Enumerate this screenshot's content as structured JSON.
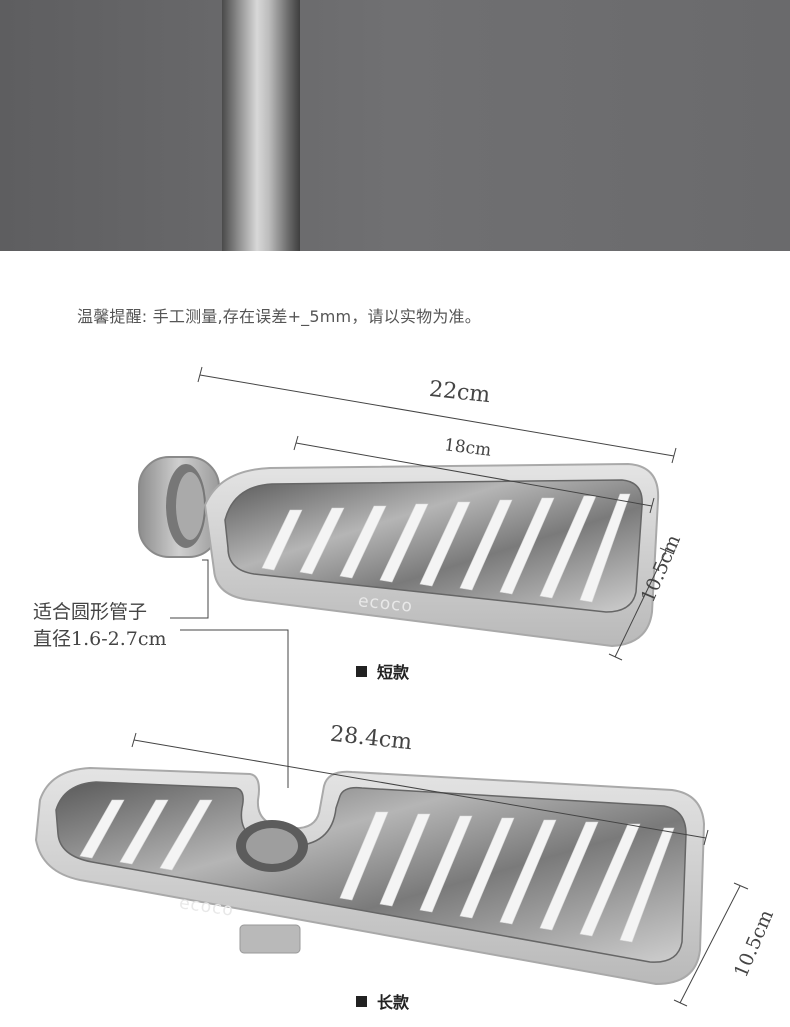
{
  "notice": "温馨提醒: 手工测量,存在误差+_5mm，请以实物为准。",
  "short_model": {
    "label": "短款",
    "length_outer": "22cm",
    "length_inner": "18cm",
    "width": "10.5cm",
    "logo": "ecoco"
  },
  "long_model": {
    "label": "长款",
    "length": "28.4cm",
    "width": "10.5cm",
    "logo": "ecoco"
  },
  "fit_note": {
    "line1": "适合圆形管子",
    "line2": "直径1.6-2.7cm"
  },
  "colors": {
    "tray_frame": "#c9c9c9",
    "steel": "#8e8e8e",
    "background_wall": "#6f6f71"
  }
}
